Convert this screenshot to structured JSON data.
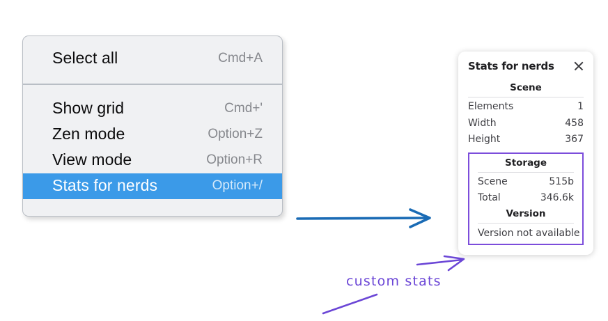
{
  "context_menu": {
    "name": "canvas-context-menu",
    "groups": [
      {
        "items": [
          {
            "label": "Select all",
            "shortcut": "Cmd+A",
            "selected": false,
            "icon": ""
          }
        ]
      },
      {
        "items": [
          {
            "label": "Show grid",
            "shortcut": "Cmd+'",
            "selected": false,
            "icon": ""
          },
          {
            "label": "Zen mode",
            "shortcut": "Option+Z",
            "selected": false,
            "icon": ""
          },
          {
            "label": "View mode",
            "shortcut": "Option+R",
            "selected": false,
            "icon": ""
          },
          {
            "label": "Stats for nerds",
            "shortcut": "Option+/",
            "selected": true,
            "icon": ""
          }
        ]
      }
    ]
  },
  "stats_panel": {
    "title": "Stats for nerds",
    "close_icon": "close-icon",
    "sections": [
      {
        "name": "scene",
        "title": "Scene",
        "highlighted": false,
        "rows": [
          {
            "key": "Elements",
            "value": "1"
          },
          {
            "key": "Width",
            "value": "458"
          },
          {
            "key": "Height",
            "value": "367"
          }
        ]
      },
      {
        "name": "storage",
        "title": "Storage",
        "highlighted": true,
        "rows": [
          {
            "key": "Scene",
            "value": "515b"
          },
          {
            "key": "Total",
            "value": "346.6k"
          }
        ]
      },
      {
        "name": "version",
        "title": "Version",
        "highlighted": true,
        "full_rows": [
          "Version not available"
        ]
      }
    ]
  },
  "annotations": {
    "label": "custom stats",
    "blue_arrow_color": "#1a6bb5",
    "purple_color": "#6b46d6",
    "highlight_border_color": "#7c4ddb"
  },
  "colors": {
    "menu_background": "#f0f1f3",
    "menu_border": "#b9bec5",
    "selection_blue": "#3b9ae8",
    "shortcut_gray": "#86888d",
    "panel_background": "#ffffff"
  }
}
